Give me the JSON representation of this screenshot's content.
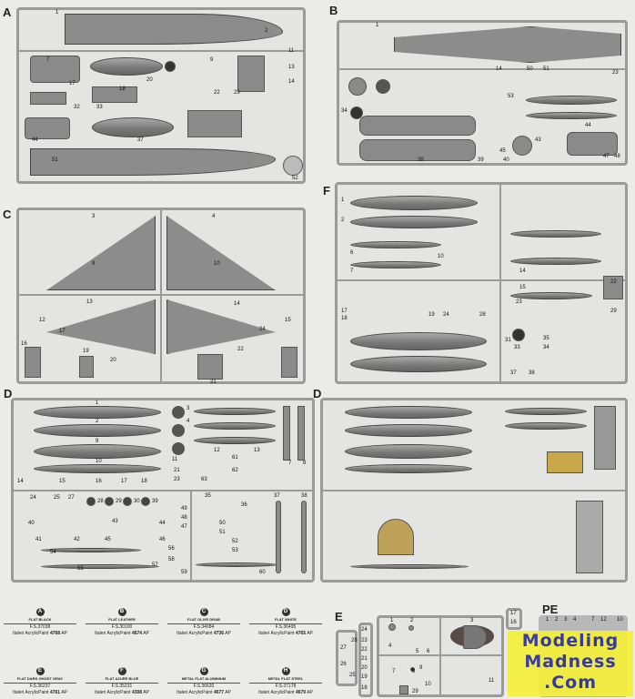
{
  "sprues": {
    "A": {
      "label": "A",
      "parts": [
        "1",
        "7",
        "17",
        "18",
        "20",
        "22",
        "23",
        "33",
        "32",
        "44",
        "37",
        "51",
        "52",
        "11",
        "13",
        "14",
        "2",
        "9"
      ]
    },
    "B": {
      "label": "B",
      "parts": [
        "1",
        "14",
        "23",
        "50",
        "51",
        "53",
        "43",
        "44",
        "45",
        "38",
        "39",
        "40",
        "47",
        "48",
        "34"
      ]
    },
    "C": {
      "label": "C",
      "parts": [
        "3",
        "4",
        "9",
        "10",
        "13",
        "14",
        "16",
        "17",
        "19",
        "20",
        "21",
        "22",
        "24",
        "12",
        "15"
      ]
    },
    "F": {
      "label": "F",
      "parts": [
        "1",
        "2",
        "6",
        "7",
        "10",
        "14",
        "15",
        "17",
        "18",
        "19",
        "22",
        "23",
        "24",
        "28",
        "29",
        "31",
        "33",
        "37",
        "38",
        "34",
        "35"
      ]
    },
    "D": {
      "label": "D",
      "parts": [
        "1",
        "2",
        "9",
        "10",
        "11",
        "14",
        "15",
        "16",
        "17",
        "18",
        "3",
        "4",
        "12",
        "13",
        "21",
        "23",
        "61",
        "62",
        "63",
        "7",
        "8",
        "24",
        "25",
        "27",
        "28",
        "29",
        "30",
        "39",
        "40",
        "41",
        "42",
        "43",
        "44",
        "45",
        "46",
        "47",
        "48",
        "49",
        "50",
        "51",
        "52",
        "53",
        "54",
        "55",
        "56",
        "57",
        "58",
        "59",
        "60",
        "35",
        "36",
        "37",
        "38"
      ]
    },
    "D2": {
      "label": "D"
    },
    "E": {
      "label": "E",
      "parts": [
        "1",
        "2",
        "3",
        "4",
        "5",
        "6",
        "7",
        "8",
        "9",
        "10",
        "11",
        "29",
        "17",
        "16",
        "24",
        "23",
        "22",
        "21",
        "20",
        "19",
        "18",
        "27",
        "26",
        "25",
        "28"
      ]
    },
    "PE": {
      "label": "PE",
      "parts": [
        "1",
        "2",
        "3",
        "4",
        "7",
        "12",
        "10"
      ]
    }
  },
  "paints": [
    {
      "letter": "A",
      "name": "Flat Black",
      "fs": "F.S.37038",
      "brand": "Italeri AcrylicPaint",
      "code": "4768",
      "suffix": "AP"
    },
    {
      "letter": "B",
      "name": "Flat Leather",
      "fs": "F.S.30100",
      "brand": "Italeri AcrylicPaint",
      "code": "4674",
      "suffix": "AP"
    },
    {
      "letter": "C",
      "name": "Flat Olive Drab",
      "fs": "F.S.34084",
      "brand": "Italeri AcrylicPaint",
      "code": "4736",
      "suffix": "AP"
    },
    {
      "letter": "D",
      "name": "Flat White",
      "fs": "F.S.36495",
      "brand": "Italeri AcrylicPaint",
      "code": "4765",
      "suffix": "AP"
    },
    {
      "letter": "E",
      "name": "Flat Dark Ghost Gray",
      "fs": "F.S.36237",
      "brand": "Italeri AcrylicPaint",
      "code": "4761",
      "suffix": "AP"
    },
    {
      "letter": "F",
      "name": "Flat Azure Blue",
      "fs": "F.S.35231",
      "brand": "Italeri AcrylicPaint",
      "code": "4308",
      "suffix": "AP"
    },
    {
      "letter": "G",
      "name": "Metal Flat Aluminium",
      "fs": "F.S.36620",
      "brand": "Italeri AcrylicPaint",
      "code": "4677",
      "suffix": "AP"
    },
    {
      "letter": "H",
      "name": "Metal Flat Steel",
      "fs": "F.S.37178",
      "brand": "Italeri AcrylicPaint",
      "code": "4679",
      "suffix": "AP"
    }
  ],
  "watermark": {
    "line1": "Modeling",
    "line2": "Madness",
    "line3": ".Com"
  }
}
